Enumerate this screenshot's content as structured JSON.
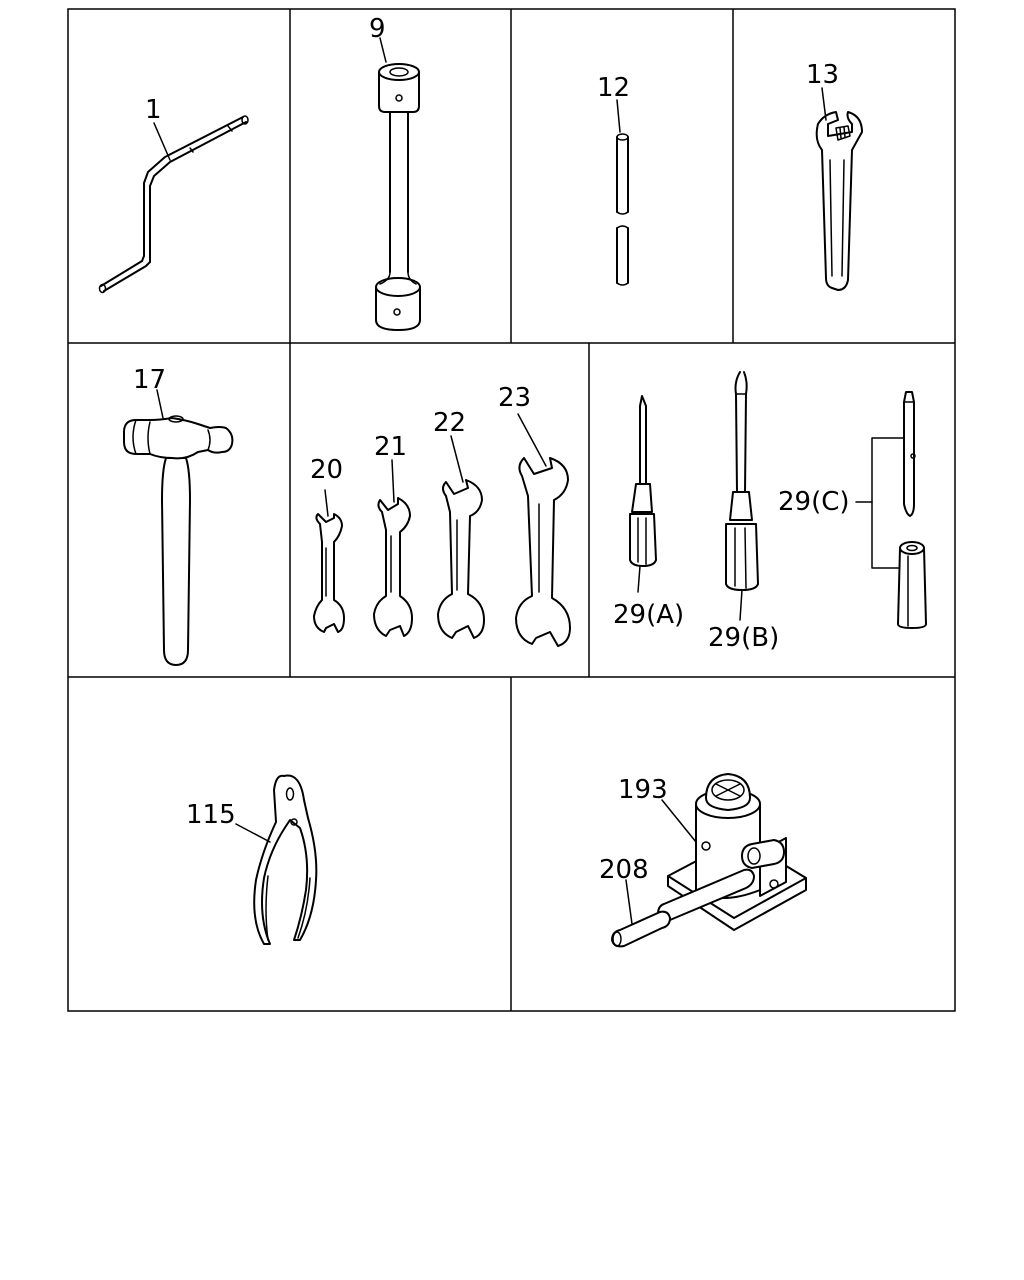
{
  "callouts": {
    "c1": "1",
    "c9": "9",
    "c12": "12",
    "c13": "13",
    "c17": "17",
    "c20": "20",
    "c21": "21",
    "c22": "22",
    "c23": "23",
    "c29a": "29(A)",
    "c29b": "29(B)",
    "c29c": "29(C)",
    "c115": "115",
    "c193": "193",
    "c208": "208"
  }
}
